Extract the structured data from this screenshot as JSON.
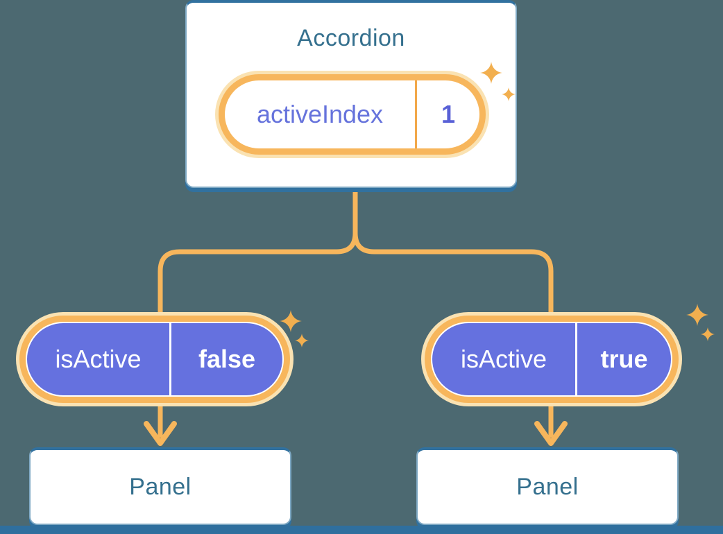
{
  "colors": {
    "background": "#4C6971",
    "accent_orange": "#F7B65C",
    "glow_cream": "#FAE2B2",
    "sparkle_orange": "#F2AF4F",
    "pill_purple": "#6571DF",
    "heading_blue": "#35708E",
    "state_label_purple": "#6673DC",
    "state_value_indigo": "#5860D6",
    "box_border_blue": "#31719F"
  },
  "root": {
    "title": "Accordion",
    "state_label": "activeIndex",
    "state_value": "1"
  },
  "children": [
    {
      "prop_label": "isActive",
      "prop_value": "false",
      "panel_title": "Panel"
    },
    {
      "prop_label": "isActive",
      "prop_value": "true",
      "panel_title": "Panel"
    }
  ]
}
